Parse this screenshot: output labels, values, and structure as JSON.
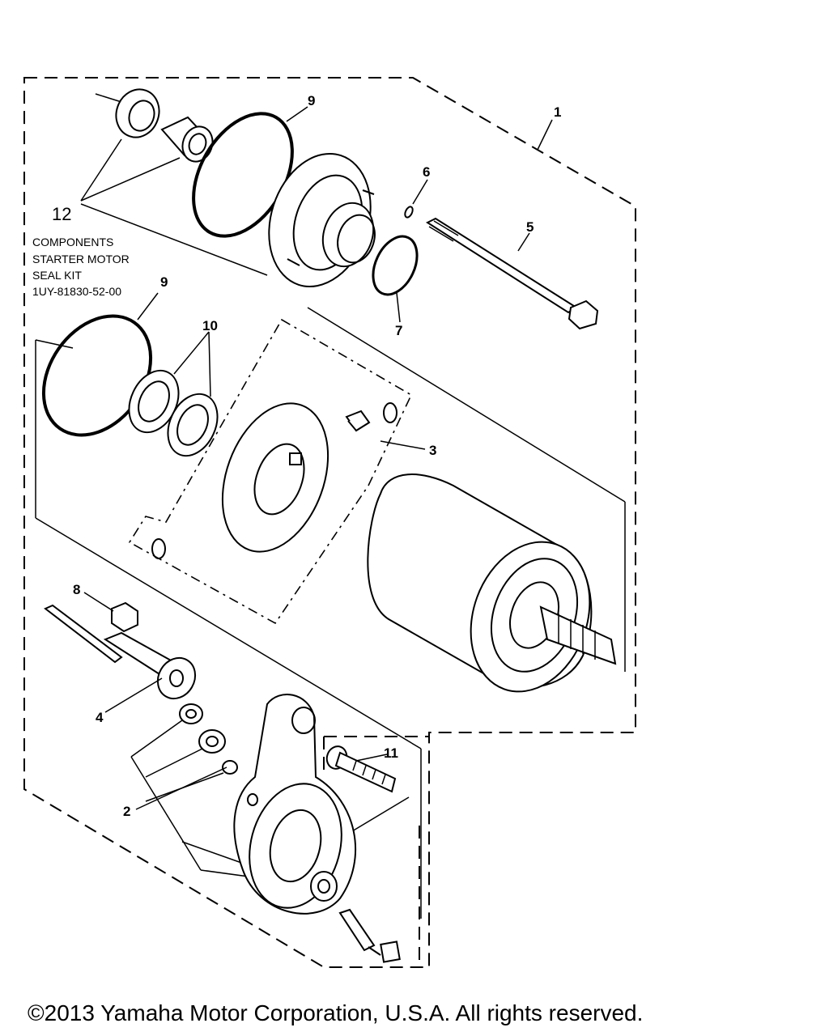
{
  "callouts": {
    "c1": "1",
    "c2": "2",
    "c3": "3",
    "c4": "4",
    "c5": "5",
    "c6": "6",
    "c7": "7",
    "c8": "8",
    "c9a": "9",
    "c9b": "9",
    "c10": "10",
    "c11": "11",
    "c12": "12"
  },
  "kit_label": {
    "line1": "COMPONENTS",
    "line2": "STARTER MOTOR",
    "line3": "SEAL KIT",
    "line4": "1UY-81830-52-00"
  },
  "footer": {
    "copyright": "©2013 Yamaha Motor Corporation, U.S.A. All rights reserved."
  }
}
